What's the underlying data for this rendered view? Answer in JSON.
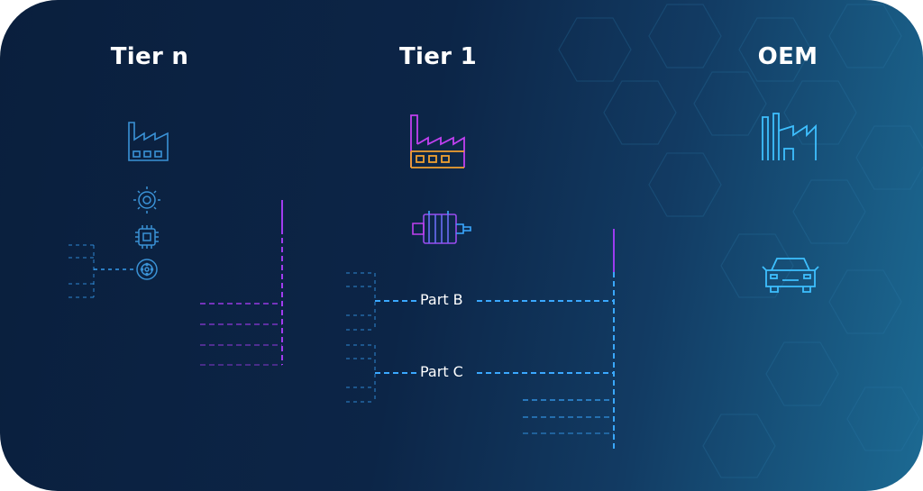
{
  "tiers": {
    "tier_n": "Tier n",
    "tier_1": "Tier 1",
    "oem": "OEM"
  },
  "parts": {
    "part_b": "Part B",
    "part_c": "Part C"
  },
  "colors": {
    "background_dark": "#0a1f3d",
    "background_light": "#1c6a93",
    "blue_line": "#3aa8ff",
    "purple_line": "#9b3cf0",
    "orange_accent": "#f0a030",
    "oem_icon": "#3ec0ff"
  },
  "icons": [
    "factory-icon",
    "gear-icon",
    "chip-icon",
    "tire-icon",
    "motor-icon",
    "car-icon"
  ]
}
